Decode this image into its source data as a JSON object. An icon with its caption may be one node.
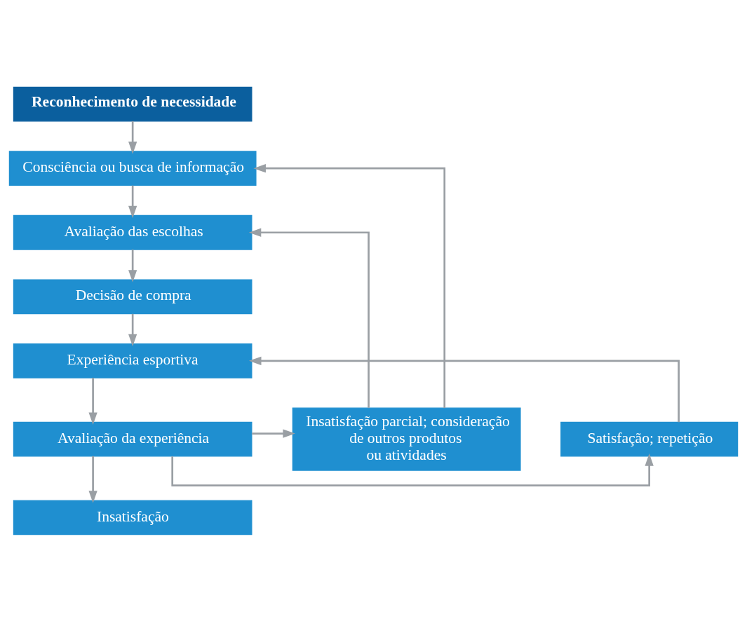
{
  "diagram": {
    "nodes": [
      {
        "text": [
          "Reconhecimento de necessidade"
        ]
      },
      {
        "text": [
          "Consciência ou busca de informação"
        ]
      },
      {
        "text": [
          "Avaliação das escolhas"
        ]
      },
      {
        "text": [
          "Decisão de compra"
        ]
      },
      {
        "text": [
          "Experiência esportiva"
        ]
      },
      {
        "text": [
          "Satisfação; repetição"
        ]
      },
      {
        "text": [
          "Insatisfação parcial; consideração de outros produtos ou atividades"
        ]
      },
      {
        "text": [
          "Avaliação da experiência"
        ]
      },
      {
        "text": [
          "Insatisfação"
        ]
      }
    ],
    "edges": [
      {
        "from": 0,
        "to": 1,
        "arrow": "to"
      },
      {
        "from": 1,
        "to": 2,
        "arrow": "to"
      },
      {
        "from": 2,
        "to": 3,
        "arrow": "to"
      },
      {
        "from": 3,
        "to": 4,
        "arrow": "to"
      },
      {
        "from": 4,
        "to": 7,
        "arrow": "to"
      },
      {
        "from": 7,
        "to": 8,
        "arrow": "to"
      },
      {
        "from": 7,
        "to": 5,
        "arrow": "to"
      },
      {
        "from": 7,
        "to": 6,
        "arrow": "to"
      },
      {
        "from": 5,
        "to": 4,
        "arrow": "to"
      },
      {
        "from": 6,
        "to": 1,
        "arrow": "to"
      },
      {
        "from": 6,
        "to": 2,
        "arrow": "to"
      }
    ]
  }
}
